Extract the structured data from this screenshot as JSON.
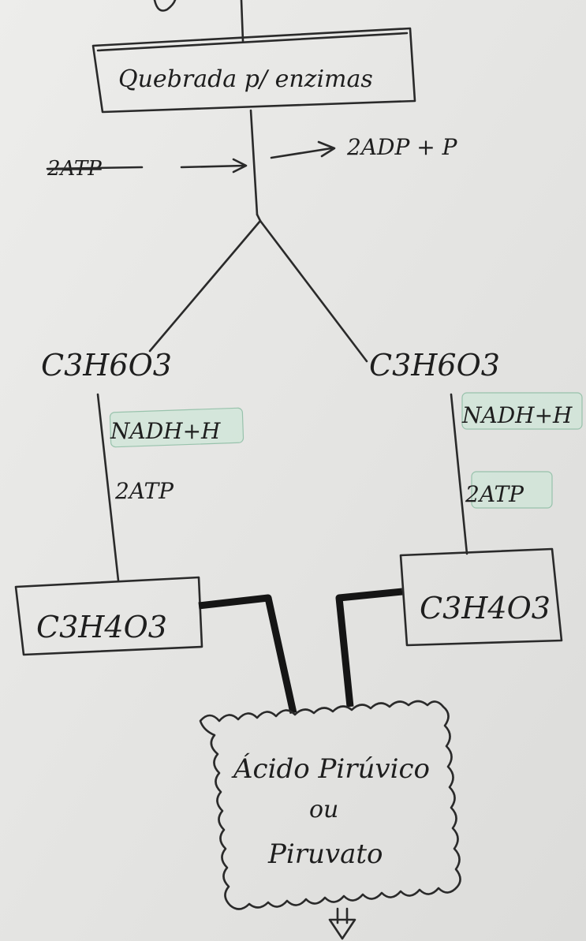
{
  "diagram": {
    "top_box": "Quebrada p/ enzimas",
    "atp_in": "2ATP",
    "adp_out": "2ADP + P",
    "left_molecule": "C3H6O3",
    "right_molecule": "C3H6O3",
    "left_nadh": "NADH+H",
    "left_atp": "2ATP",
    "right_nadh": "NADH+H",
    "right_atp": "2ATP",
    "left_product": "C3H4O3",
    "right_product": "C3H4O3",
    "result_line1": "Ácido Pirúvico",
    "result_line2": "ou",
    "result_line3": "Piruvato"
  }
}
